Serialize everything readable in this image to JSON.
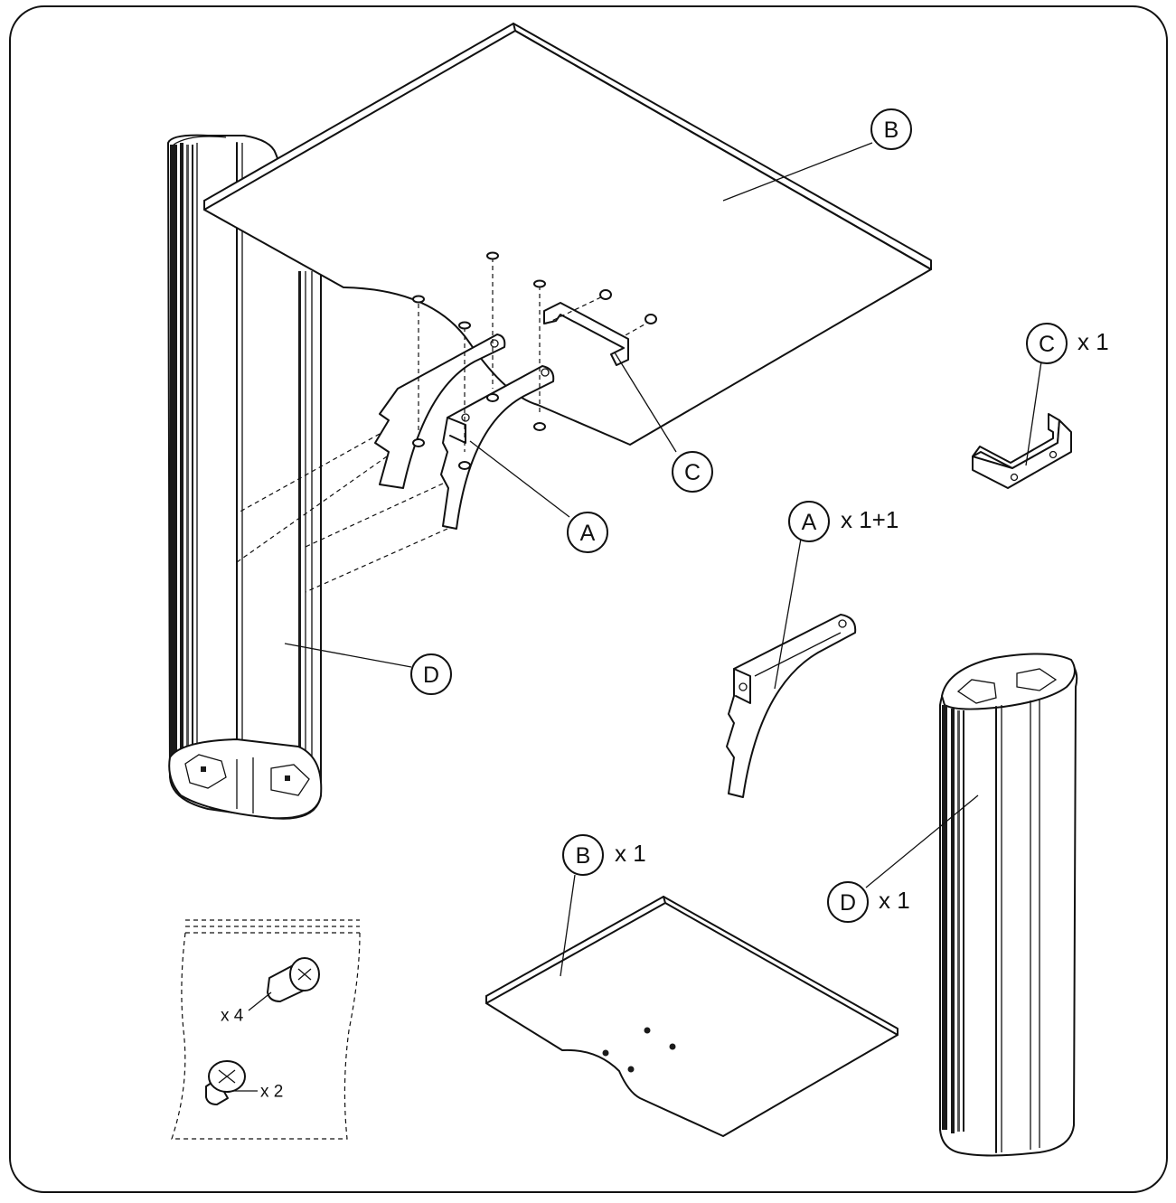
{
  "labels": {
    "main_b": "B",
    "main_c": "C",
    "main_a": "A",
    "main_d": "D",
    "part_c": "C",
    "part_a": "A",
    "part_b": "B",
    "part_d": "D"
  },
  "quantities": {
    "part_c": "x 1",
    "part_a": "x 1+1",
    "part_b": "x 1",
    "part_d": "x 1",
    "screws_long": "x 4",
    "screws_short": "x 2"
  },
  "colors": {
    "line": "#111111",
    "background": "#ffffff"
  }
}
